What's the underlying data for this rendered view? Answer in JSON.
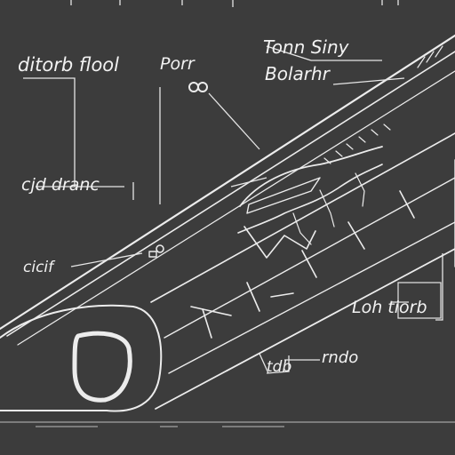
{
  "labels": {
    "top_left": "ditorb flool",
    "top_mid": "Porr",
    "top_right_1": "Tonn Siny",
    "top_right_2": "Bolarhr",
    "left_mid": "cjd dranc",
    "left_low": "cicif",
    "right_mid": "Loh tiorb",
    "bottom_mid": "tdb",
    "bottom_right": "rndo"
  },
  "colors": {
    "background": "#3c3c3c",
    "line": "#ececec",
    "text": "#f2f2f2"
  }
}
